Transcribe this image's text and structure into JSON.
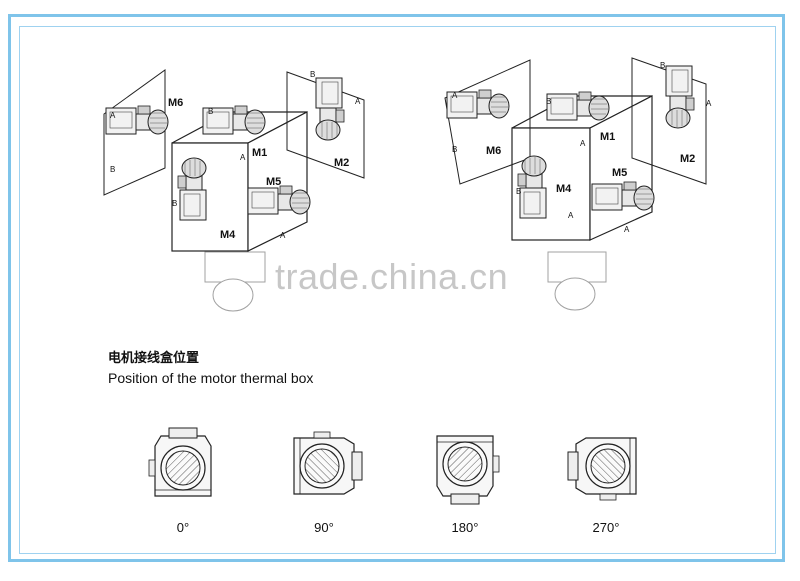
{
  "mount_labels": {
    "m1": "M1",
    "m2": "M2",
    "m4": "M4",
    "m5": "M5",
    "m6": "M6",
    "a": "A",
    "b": "B"
  },
  "watermark": "trade.china.cn",
  "title_cn": "电机接线盒位置",
  "title_en": "Position of the motor thermal box",
  "angles": [
    "0°",
    "90°",
    "180°",
    "270°"
  ],
  "colors": {
    "frame": "#7fc4ea",
    "line": "#222222"
  }
}
